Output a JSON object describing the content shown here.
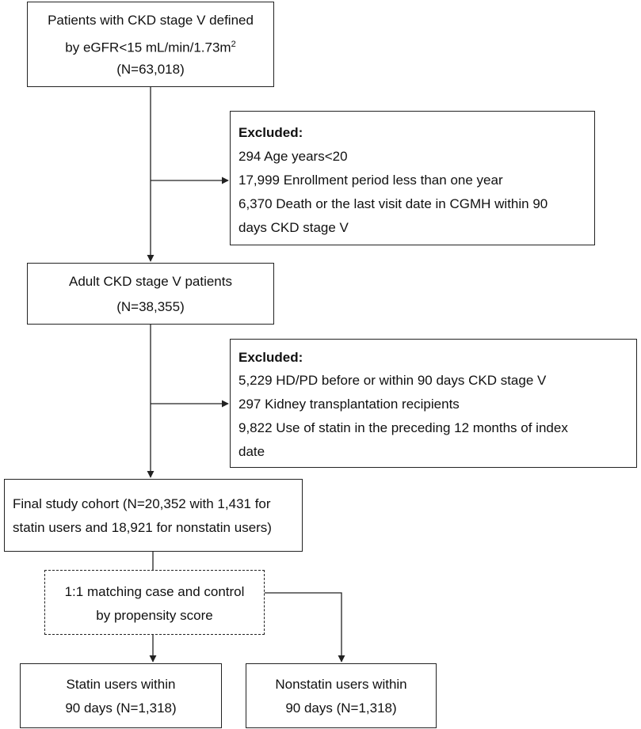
{
  "boxes": {
    "initial": {
      "line1": "Patients with CKD stage V defined",
      "line2_prefix": "by eGFR<15 mL/min/1.73m",
      "line2_sup": "2",
      "line3": "(N=63,018)"
    },
    "excluded1": {
      "heading": "Excluded:",
      "items": [
        "294 Age years<20",
        "17,999 Enrollment period less than one year",
        "6,370 Death or the last visit date in CGMH within 90",
        "days CKD stage V"
      ]
    },
    "adult": {
      "line1": "Adult CKD stage V patients",
      "line2": "(N=38,355)"
    },
    "excluded2": {
      "heading": "Excluded:",
      "items": [
        "5,229 HD/PD before or within 90 days CKD stage V",
        "297 Kidney transplantation recipients",
        "9,822 Use of statin in the preceding 12 months of index",
        "date"
      ]
    },
    "final": {
      "line1": "Final study cohort (N=20,352 with 1,431 for",
      "line2": "statin users and 18,921 for nonstatin users)"
    },
    "matching": {
      "line1": "1:1 matching case and control",
      "line2": "by propensity score"
    },
    "statin": {
      "line1": "Statin users within",
      "line2": "90 days (N=1,318)"
    },
    "nonstatin": {
      "line1": "Nonstatin users within",
      "line2": "90 days (N=1,318)"
    }
  }
}
